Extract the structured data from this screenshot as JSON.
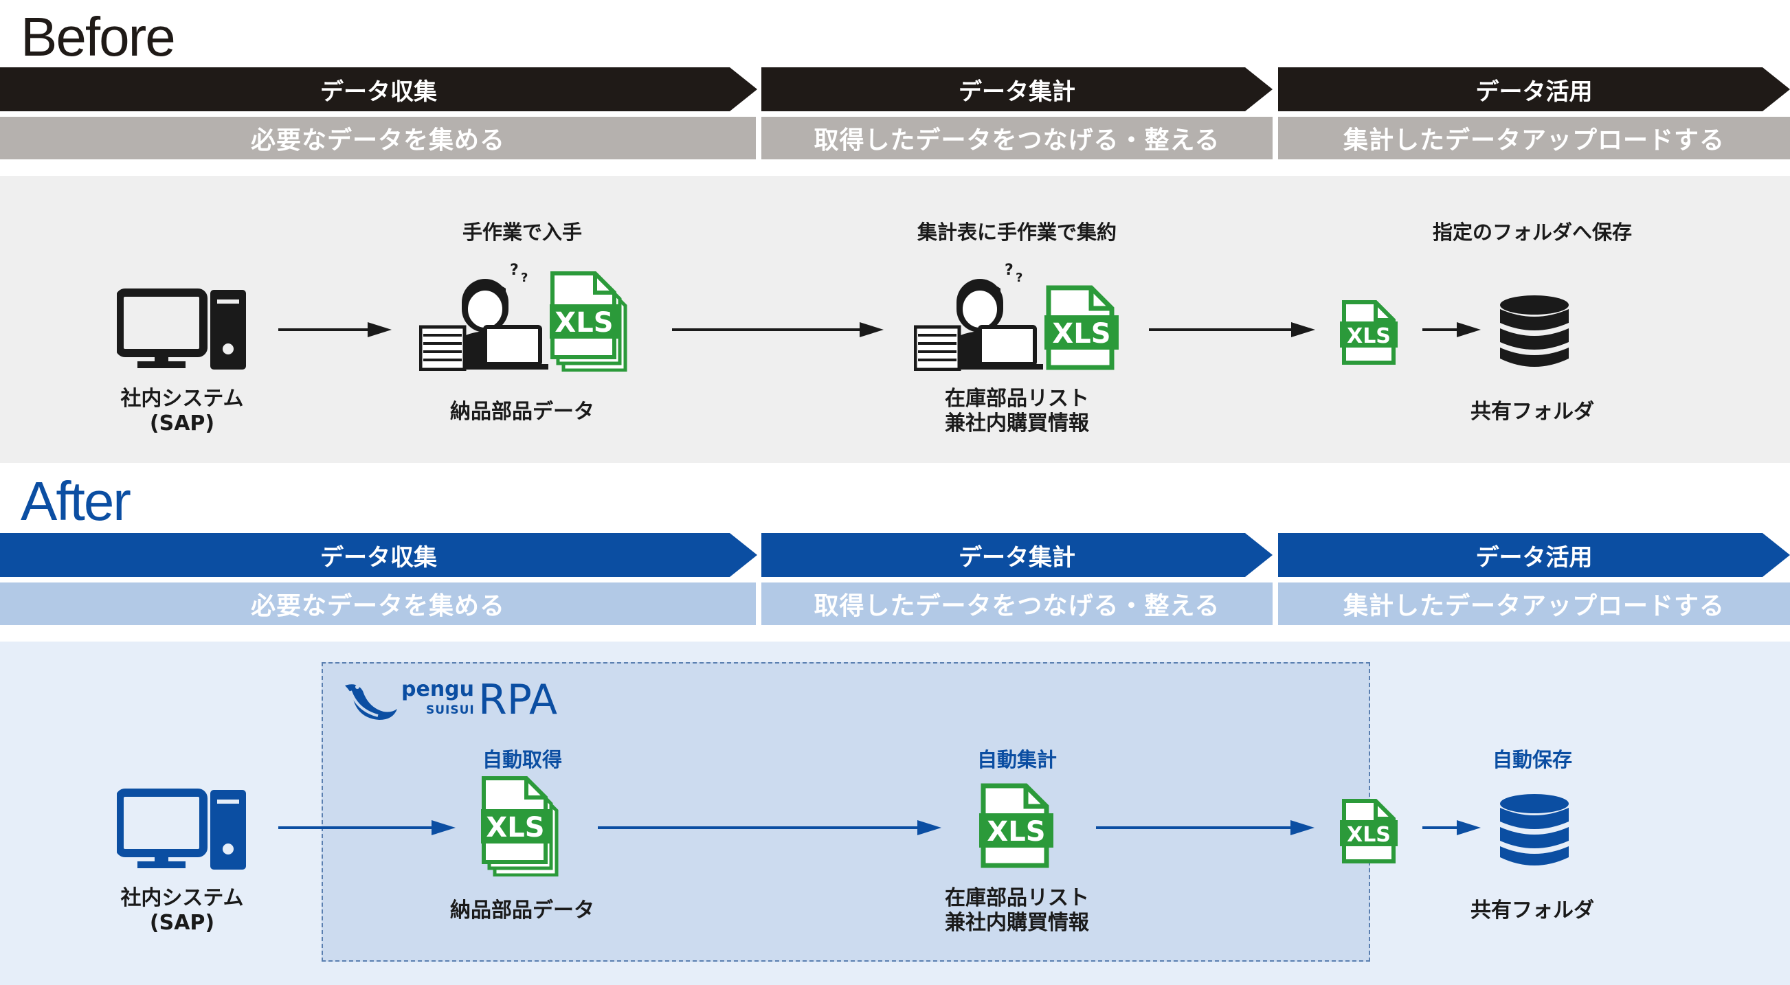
{
  "before": {
    "title": "Before",
    "stages": [
      {
        "label": "データ収集",
        "desc": "必要なデータを集める"
      },
      {
        "label": "データ集計",
        "desc": "取得したデータをつなげる・整える"
      },
      {
        "label": "データ活用",
        "desc": "集計したデータアップロードする"
      }
    ],
    "steps": [
      "手作業で入手",
      "集計表に手作業で集約",
      "指定のフォルダへ保存"
    ],
    "labels": {
      "system_line1": "社内システム",
      "system_line2": "(SAP)",
      "file1": "納品部品データ",
      "file2_line1": "在庫部品リスト",
      "file2_line2": "兼社内購買情報",
      "folder": "共有フォルダ"
    },
    "xls": "XLS"
  },
  "after": {
    "title": "After",
    "stages": [
      {
        "label": "データ収集",
        "desc": "必要なデータを集める"
      },
      {
        "label": "データ集計",
        "desc": "取得したデータをつなげる・整える"
      },
      {
        "label": "データ活用",
        "desc": "集計したデータアップロードする"
      }
    ],
    "logo": {
      "pengu": "pengu",
      "suisui": "SUISUI",
      "rpa": "RPA"
    },
    "steps": [
      "自動取得",
      "自動集計",
      "自動保存"
    ],
    "labels": {
      "system_line1": "社内システム",
      "system_line2": "(SAP)",
      "file1": "納品部品データ",
      "file2_line1": "在庫部品リスト",
      "file2_line2": "兼社内購買情報",
      "folder": "共有フォルダ"
    },
    "xls": "XLS"
  },
  "colors": {
    "before_header": "#1f1a17",
    "before_desc": "#b5b1ae",
    "before_panel": "#efefef",
    "after_header": "#0b4ea2",
    "after_desc": "#b2c9e6",
    "after_panel": "#e6eef9",
    "rpa_box": "#ccdbef",
    "xls_green": "#2b9a3a"
  }
}
